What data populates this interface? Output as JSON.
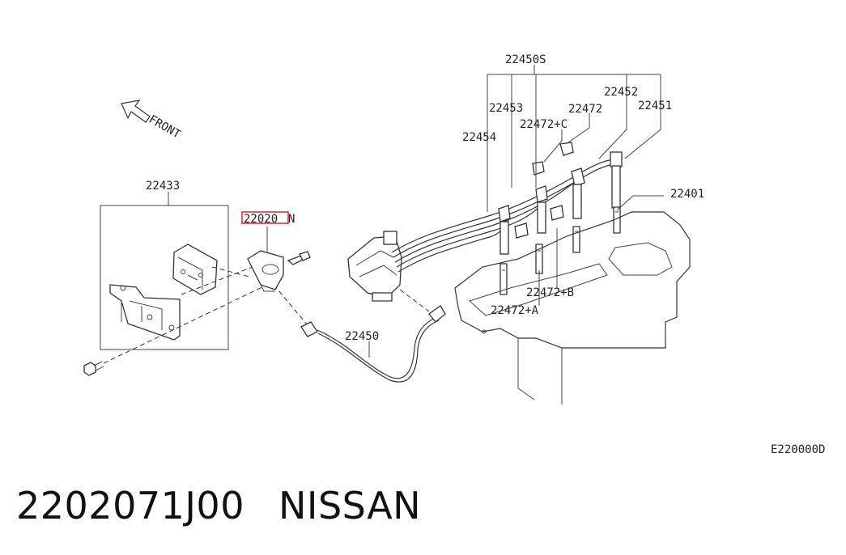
{
  "diagram": {
    "front_label": "FRONT",
    "labels": {
      "p22450S": "22450S",
      "p22452": "22452",
      "p22453": "22453",
      "p22472": "22472",
      "p22451": "22451",
      "p22472C": "22472+C",
      "p22454": "22454",
      "p22433": "22433",
      "p22020": "22020",
      "p22020_suffix": "N",
      "p22401": "22401",
      "p22472B": "22472+B",
      "p22472A": "22472+A",
      "p22450": "22450",
      "figure_code": "E220000D"
    },
    "highlight_color": "#e0202a"
  },
  "caption": {
    "part_number": "2202071J00",
    "brand": "NISSAN"
  }
}
